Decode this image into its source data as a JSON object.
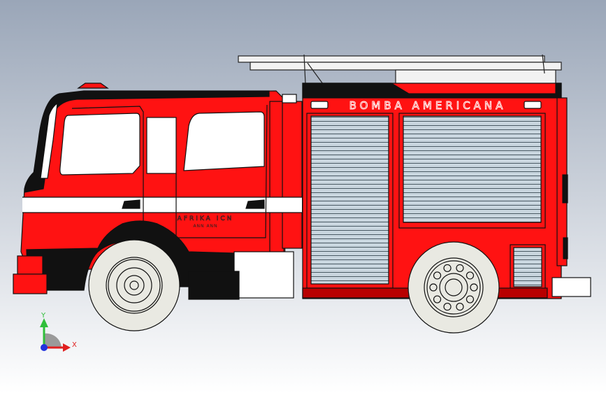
{
  "viewport": {
    "background_top": "#9aa6b8",
    "background_bottom": "#ffffff"
  },
  "truck": {
    "body_text": "BOMBA AMERICANA",
    "cab_emblem_text": "AFRIKA ICN",
    "cab_emblem_subtext": "ANN ANN",
    "colors": {
      "red": "#ff1212",
      "dark_red": "#b80000",
      "black": "#111111",
      "white": "#ffffff",
      "shutter": "#c9d6df",
      "tire": "#e9e9e2",
      "grey": "#555555",
      "ladder": "#f2f2f2"
    }
  },
  "axis_triad": {
    "y_label": "Y",
    "x_label": "X",
    "y_color": "#2fbf3a",
    "x_color": "#e02020",
    "z_color": "#2233dd"
  }
}
